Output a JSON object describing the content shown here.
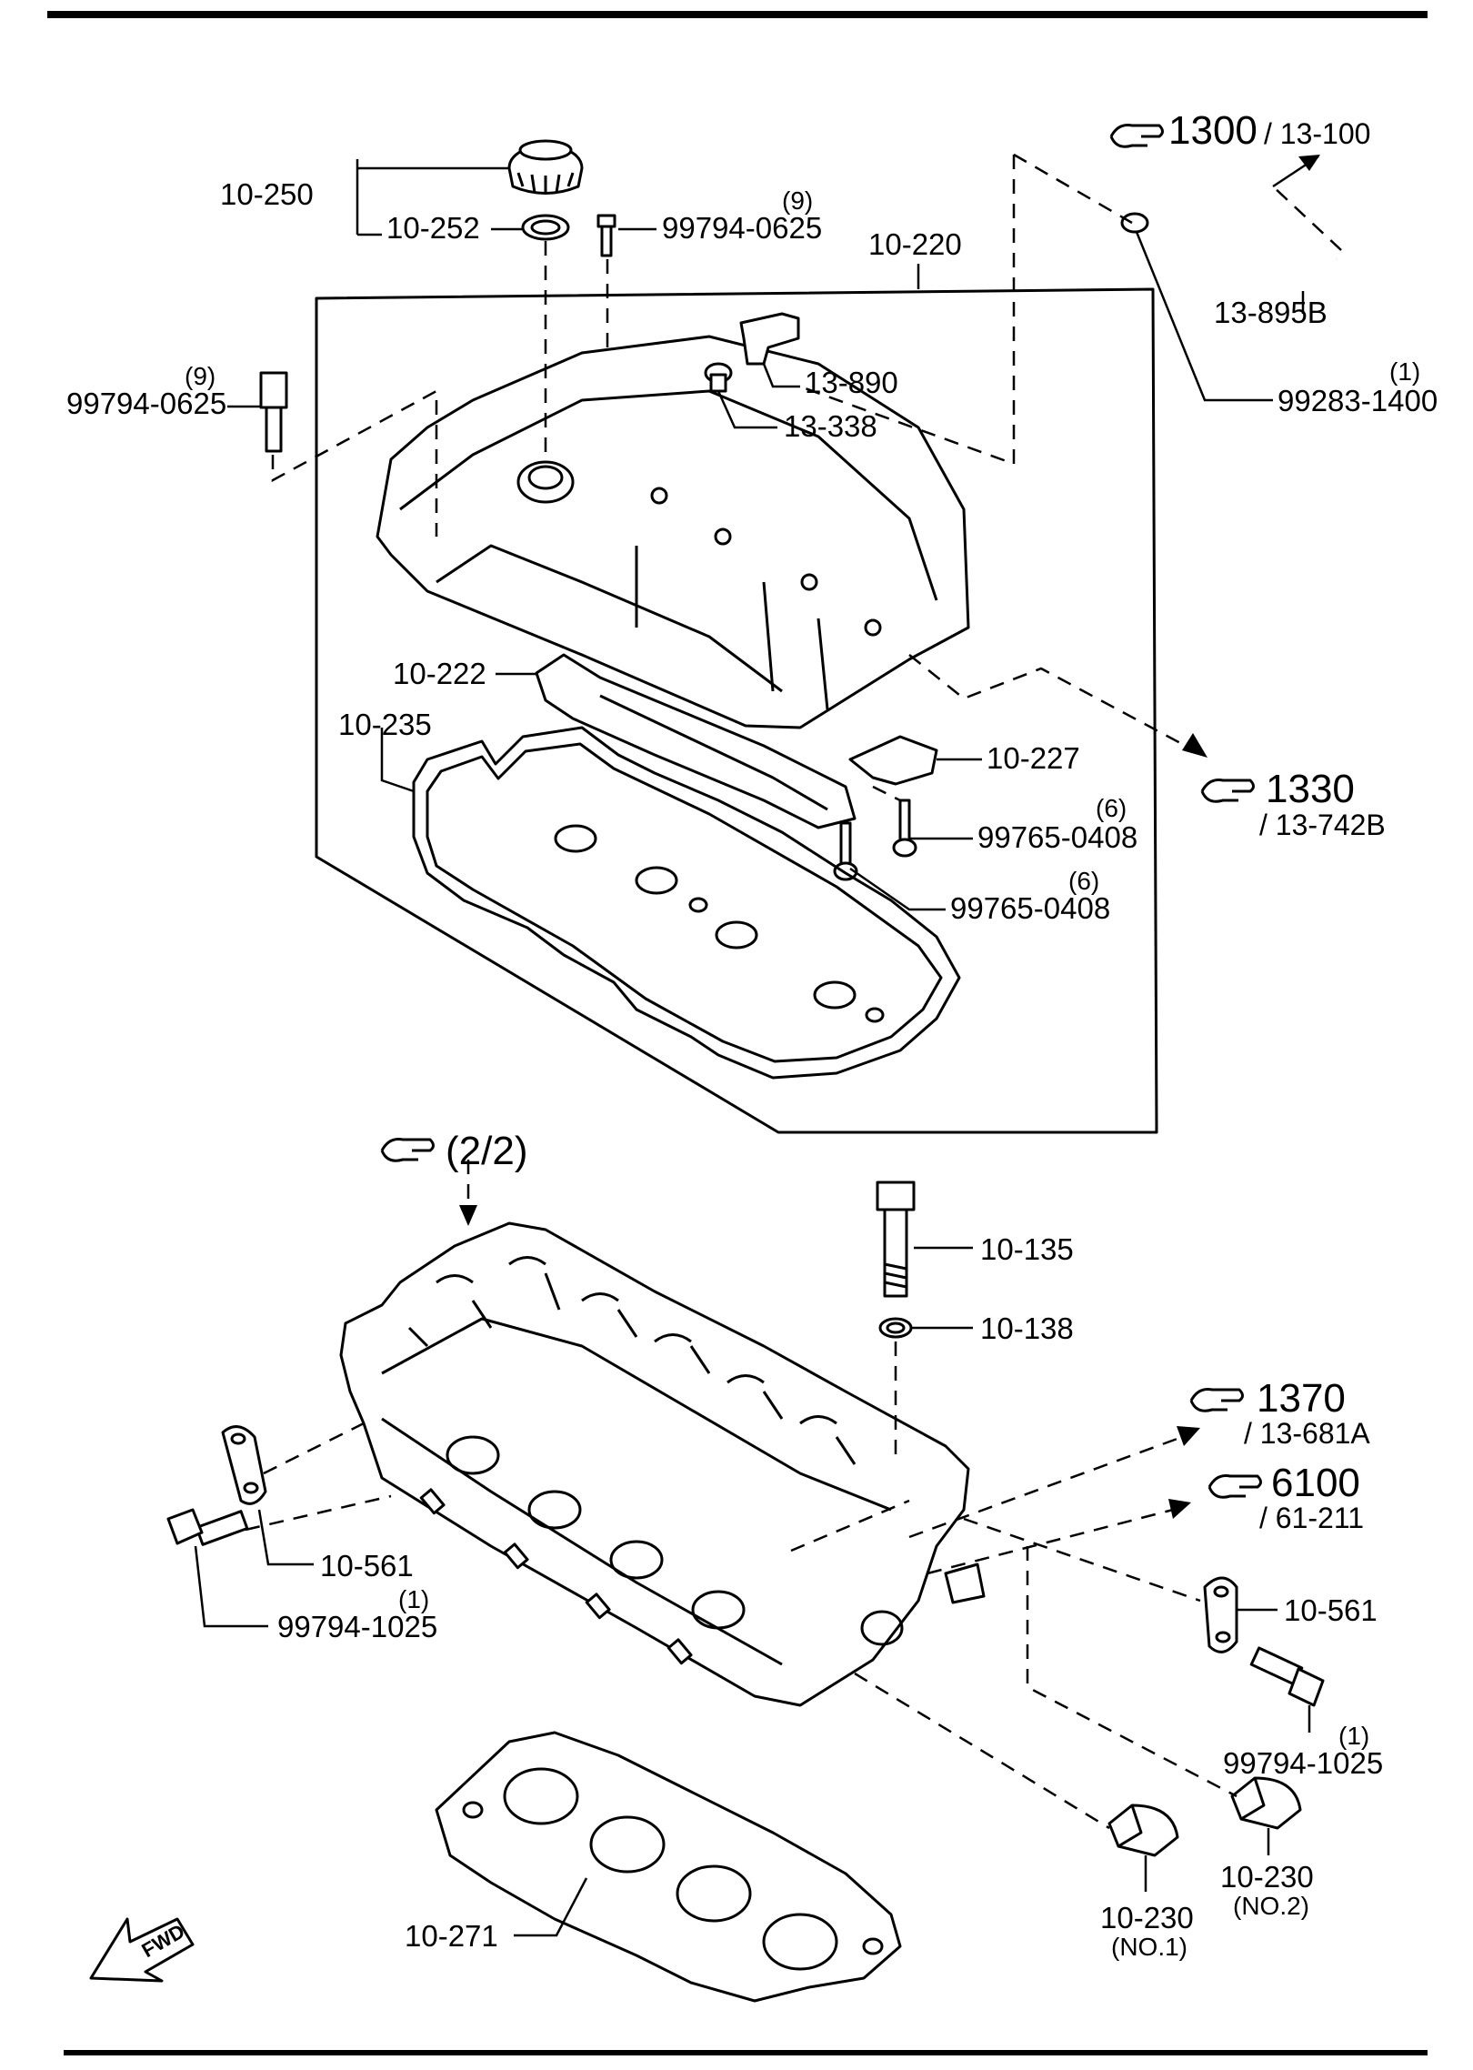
{
  "labels": {
    "oil_cap": "10-250",
    "oil_cap_gasket": "10-252",
    "cover_bolt_top": "99794-0625",
    "cover_bolt_top_qty": "(9)",
    "cover_assy": "10-220",
    "ref_top": "1300",
    "ref_top_sub": "/ 13-100",
    "hose": "13-895B",
    "hose_clamp": "99283-1400",
    "hose_clamp_qty": "(1)",
    "pcv_elbow": "13-890",
    "pcv_grommet": "13-338",
    "cover_bolt_left": "99794-0625",
    "cover_bolt_left_qty": "(9)",
    "baffle_gasket": "10-222",
    "head_cover_gasket": "10-235",
    "baffle_plate": "10-227",
    "screw_a": "99765-0408",
    "screw_a_qty": "(6)",
    "screw_b": "99765-0408",
    "screw_b_qty": "(6)",
    "ref_right": "1330",
    "ref_right_sub": "/ 13-742B",
    "ref_head": "(2/2)",
    "head_bolt": "10-135",
    "head_washer": "10-138",
    "ref_1370": "1370",
    "ref_1370_sub": "/ 13-681A",
    "ref_6100": "6100",
    "ref_6100_sub": "/ 61-211",
    "bracket_left": "10-561",
    "bracket_left_bolt": "99794-1025",
    "bracket_left_bolt_qty": "(1)",
    "bracket_right": "10-561",
    "bracket_right_bolt": "99794-1025",
    "bracket_right_bolt_qty": "(1)",
    "head_gasket": "10-271",
    "plug_no2": "10-230",
    "plug_no2_sub": "(NO.2)",
    "plug_no1": "10-230",
    "plug_no1_sub": "(NO.1)",
    "fwd": "FWD"
  },
  "icons": [
    "pointing-hand-icon",
    "fwd-arrow-icon"
  ]
}
